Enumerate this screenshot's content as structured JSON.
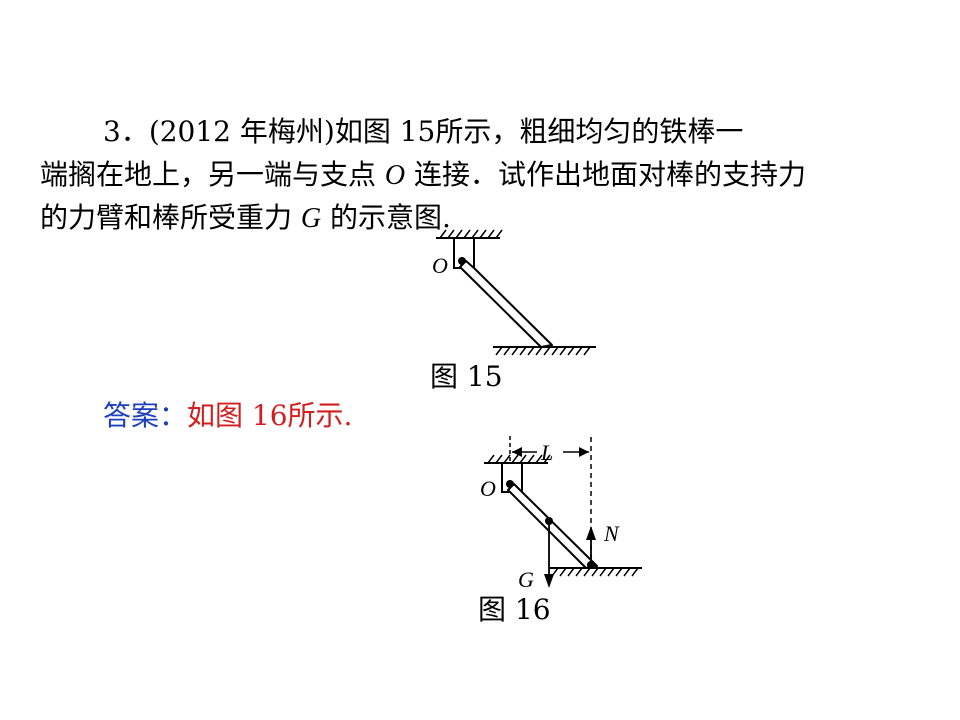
{
  "question": {
    "line1": "3．(2012 年梅州)如图 15所示，粗细均匀的铁棒一",
    "line2_a": "端搁在地上，另一端与支点 ",
    "line2_o": "O",
    "line2_b": " 连接．试作出地面对棒的支持力",
    "line3_a": "的力臂和棒所受重力 ",
    "line3_g": "G",
    "line3_b": " 的示意图."
  },
  "figure15": {
    "label_o": "O",
    "caption": "图  15"
  },
  "answer": {
    "label": "答案：",
    "text": "如图 16所示."
  },
  "figure16": {
    "label_o": "O",
    "label_l": "L",
    "label_n": "N",
    "label_g": "G",
    "caption": "图  16"
  },
  "colors": {
    "answer_label": "#1f3fbf",
    "answer_text": "#d21e1e"
  }
}
